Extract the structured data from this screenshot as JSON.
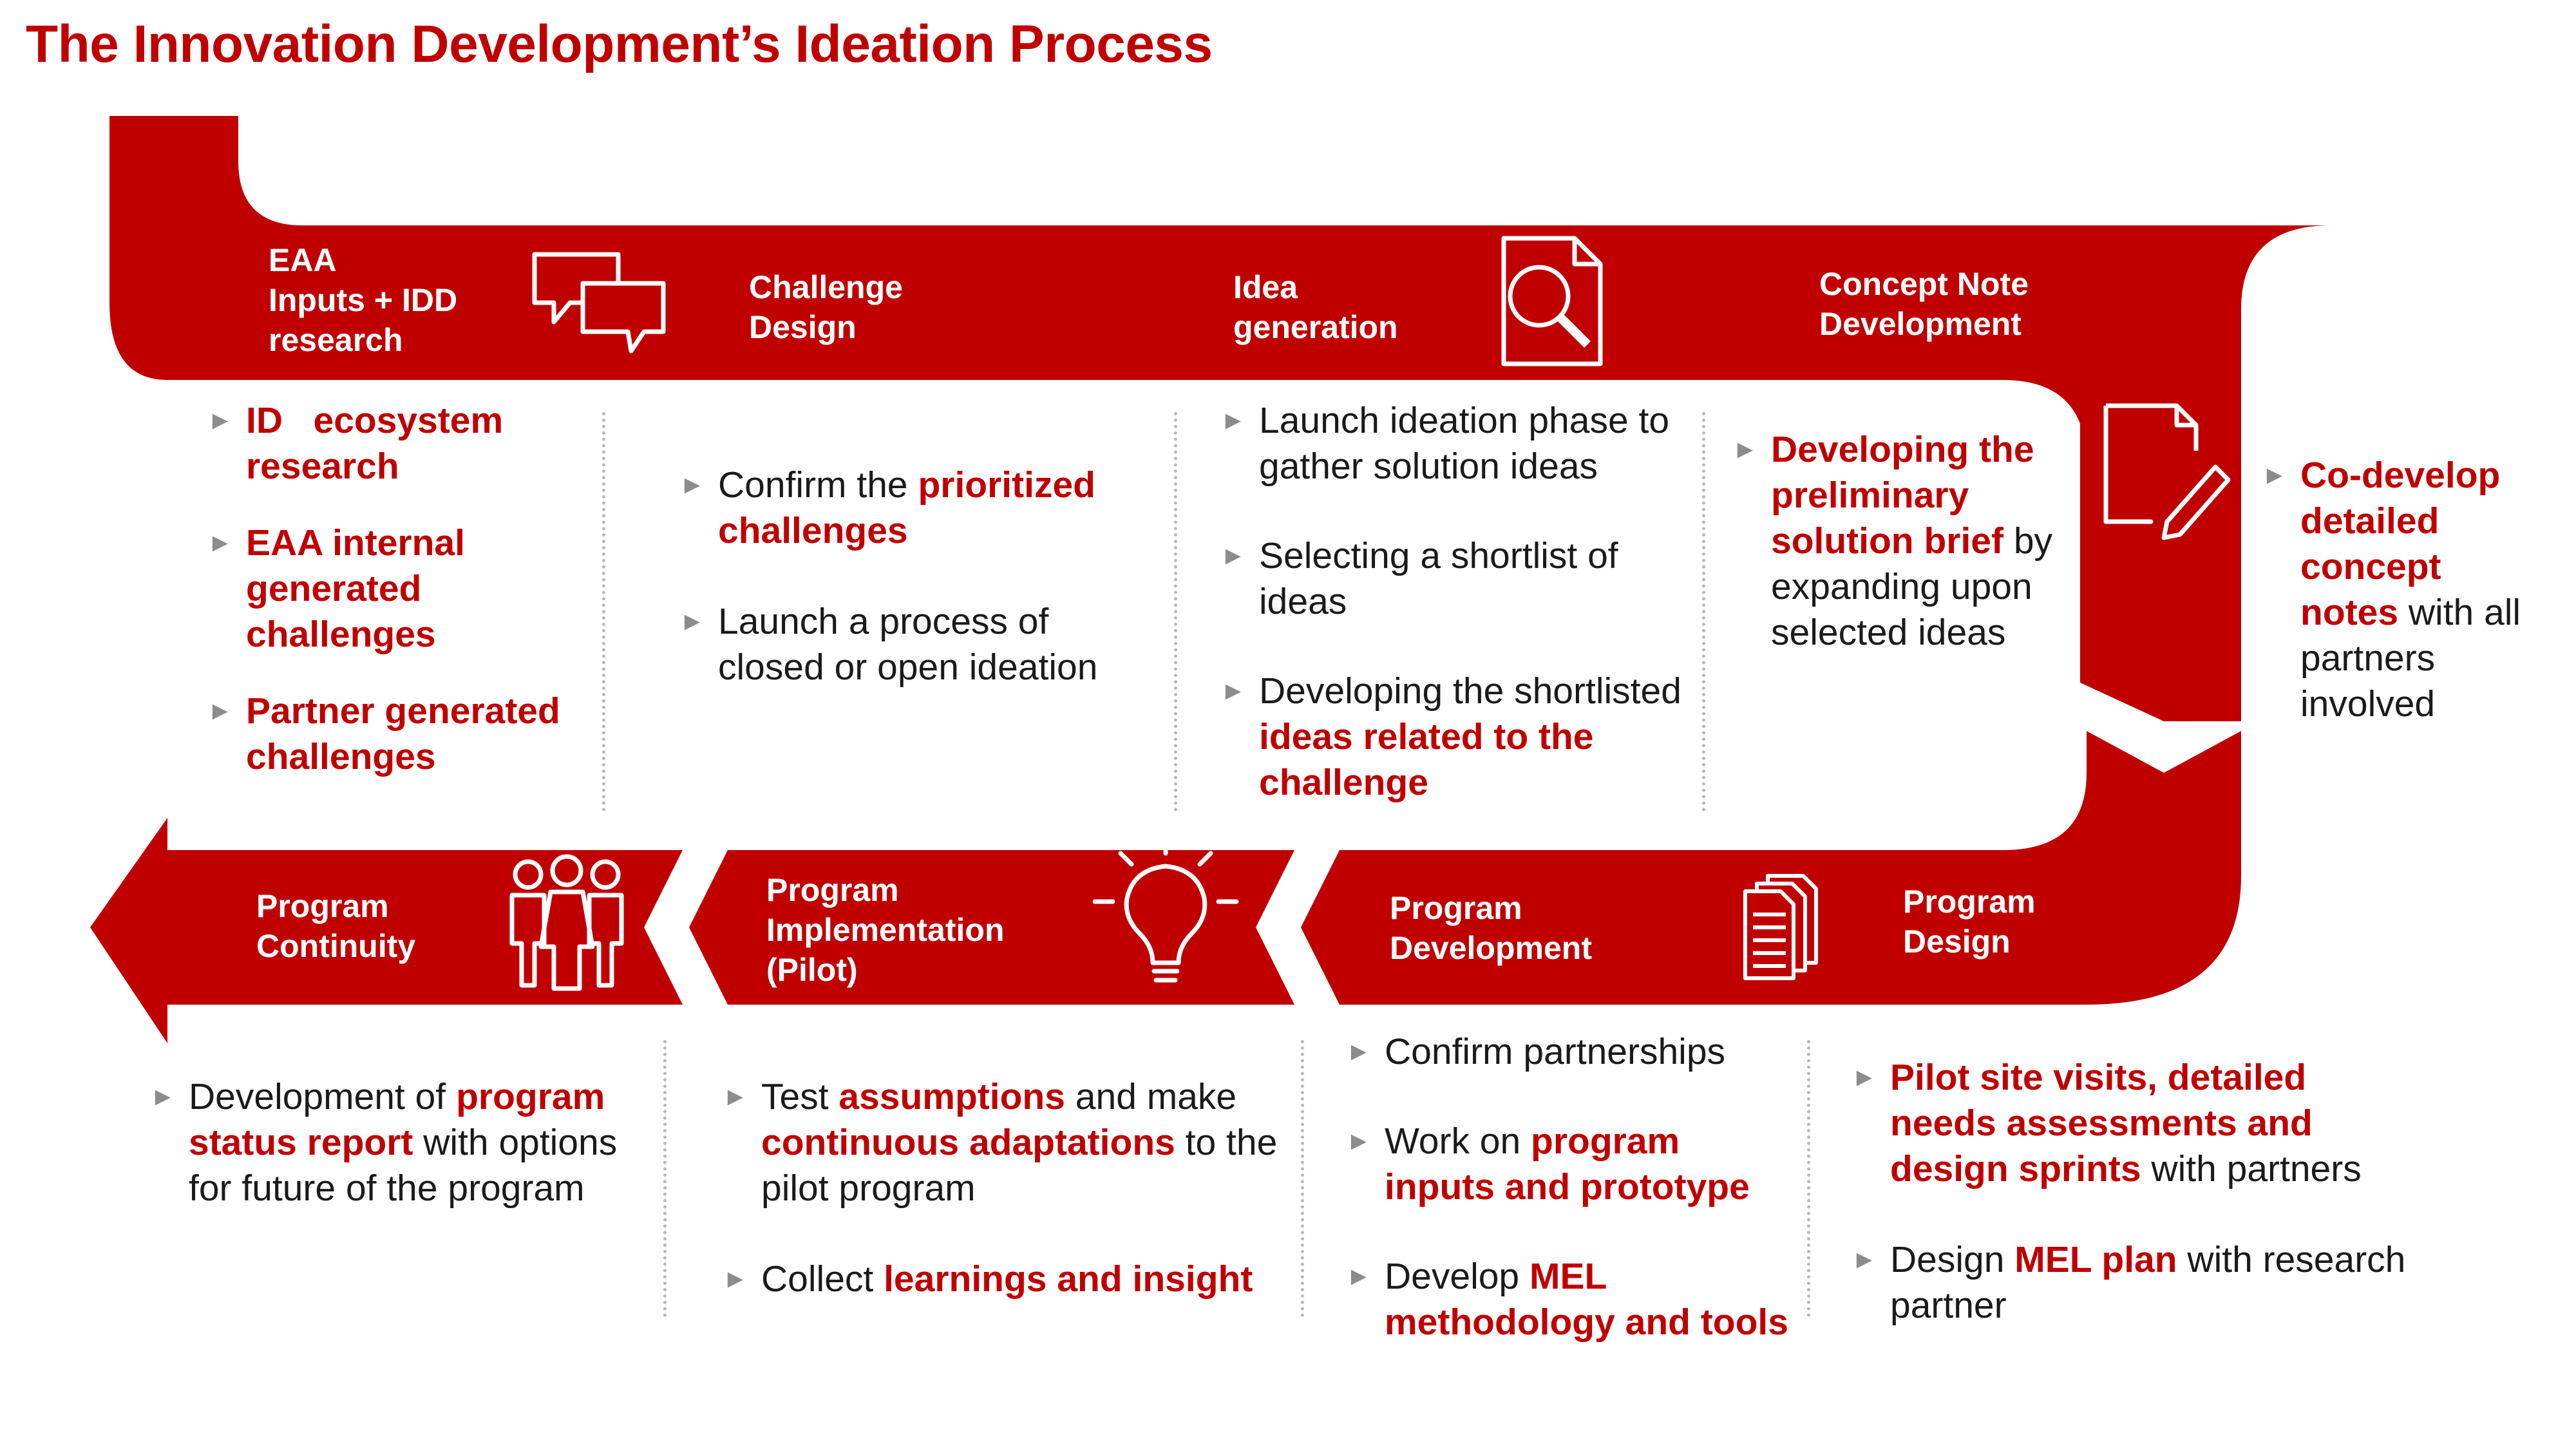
{
  "title": "The Innovation Development’s Ideation Process",
  "colors": {
    "accent": "#c00000",
    "text": "#1a1a1a",
    "bullet": "#8c8c8c",
    "divider": "#b8b8b8"
  },
  "stages": {
    "eaa": [
      "EAA",
      "Inputs + IDD",
      "research"
    ],
    "challenge_design": [
      "Challenge",
      "Design"
    ],
    "idea_generation": [
      "Idea",
      "generation"
    ],
    "concept_note": [
      "Concept Note",
      "Development"
    ],
    "program_design": [
      "Program",
      "Design"
    ],
    "program_development": [
      "Program",
      "Development"
    ],
    "program_implementation": [
      "Program",
      "Implementation",
      "(Pilot)"
    ],
    "program_continuity": [
      "Program",
      "Continuity"
    ]
  },
  "icons": {
    "eaa": "speech-bubbles-icon",
    "idea_generation": "document-search-icon",
    "concept_note": "document-pencil-icon",
    "program_development": "document-stack-icon",
    "program_implementation": "lightbulb-icon",
    "program_continuity": "people-group-icon"
  },
  "details": {
    "eaa": {
      "i1": {
        "hl": "ID   ecosystem research"
      },
      "i2": {
        "hl": "EAA internal generated challenges"
      },
      "i3": {
        "hl": "Partner generated challenges"
      }
    },
    "challenge_design": {
      "i1": {
        "pre": "Confirm the ",
        "hl": "prioritized challenges"
      },
      "i2": {
        "text": "Launch a process of closed or open ideation"
      }
    },
    "idea_generation": {
      "i1": {
        "text": "Launch ideation phase to gather solution ideas"
      },
      "i2": {
        "text": "Selecting a shortlist of ideas"
      },
      "i3": {
        "pre": "Developing the shortlisted ",
        "hl": "ideas related to the challenge"
      }
    },
    "concept_note": {
      "i1": {
        "hl": "Developing the preliminary solution brief",
        "post": " by expanding upon selected ideas"
      }
    },
    "co_develop": {
      "i1": {
        "hl": "Co-develop detailed concept notes",
        "post": " with all partners involved"
      }
    },
    "program_continuity": {
      "i1": {
        "pre": "Development of ",
        "hl": "program status report",
        "post": " with options for future of the program"
      }
    },
    "program_implementation": {
      "i1": {
        "pre": "Test ",
        "hl": "assumptions",
        "mid": " and make ",
        "hl2": "continuous adaptations",
        "post": " to the pilot program"
      },
      "i2": {
        "pre": "Collect ",
        "hl": "learnings and insight"
      }
    },
    "program_development": {
      "i1": {
        "text": "Confirm partnerships"
      },
      "i2": {
        "pre": "Work on ",
        "hl": "program inputs and prototype"
      },
      "i3": {
        "pre": "Develop ",
        "hl": "MEL methodology and tools"
      }
    },
    "program_design": {
      "i1": {
        "hl": "Pilot site visits, detailed needs assessments and design sprints",
        "post": " with partners"
      },
      "i2": {
        "pre": "Design ",
        "hl": "MEL plan",
        "post": " with research partner"
      }
    }
  }
}
